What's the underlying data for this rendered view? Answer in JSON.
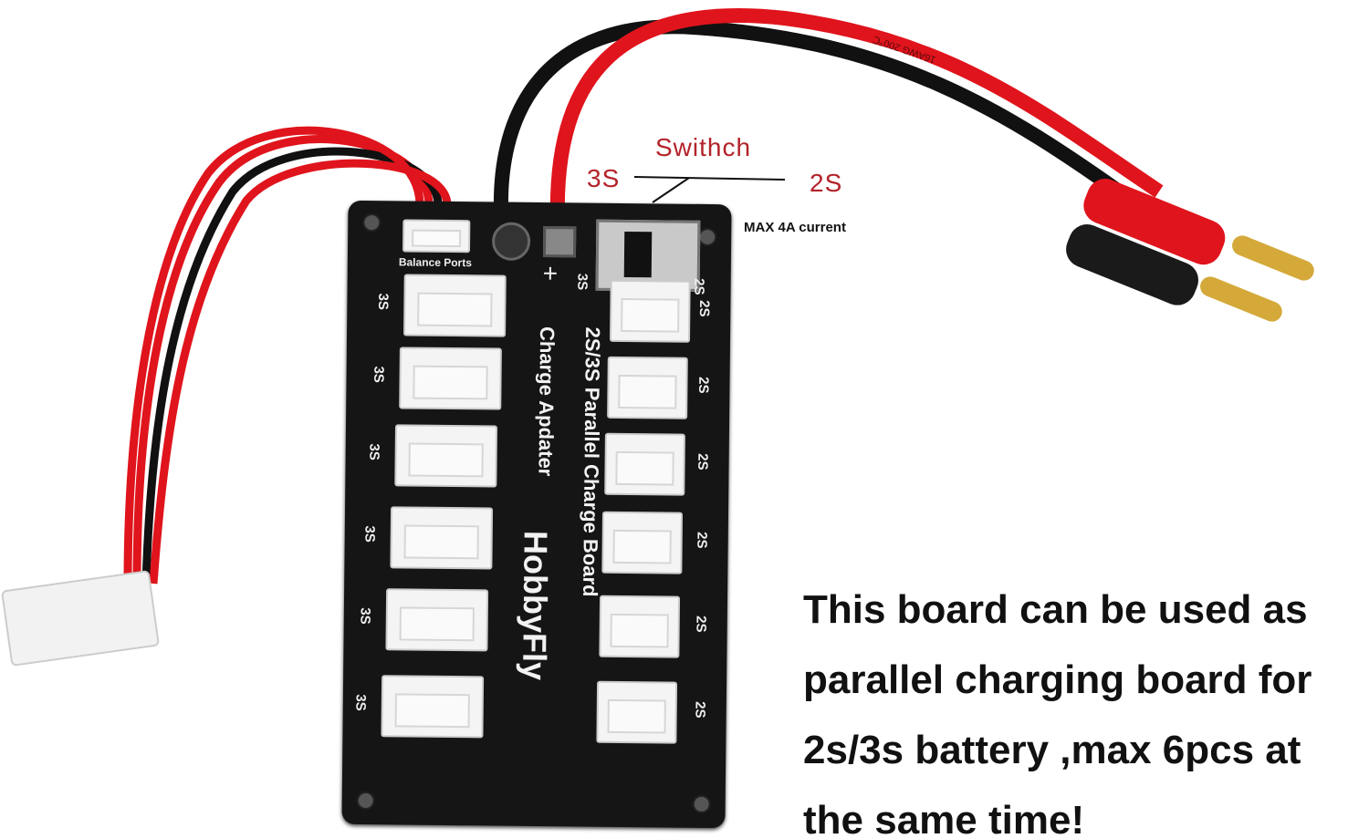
{
  "annotation": {
    "switch_label": "Swithch",
    "left_position": "3S",
    "right_position": "2S",
    "max_current": "MAX 4A current"
  },
  "board": {
    "balance_ports_label": "Balance Ports",
    "plus_sign": "+",
    "title_line1": "2S/3S  Parallel Charge Board",
    "title_line2": "Charge Apdater",
    "brand": "HobbyFly",
    "switch_3s_label": "3S",
    "switch_2s_label": "2S",
    "left_ports": [
      "3S",
      "3S",
      "3S",
      "3S",
      "3S",
      "3S"
    ],
    "right_ports": [
      "2S",
      "2S",
      "2S",
      "2S",
      "2S",
      "2S"
    ]
  },
  "cable": {
    "marking": "16AWG 200℃"
  },
  "description": "This board can be used as parallel charging board for 2s/3s battery ,max 6pcs at the same time!",
  "colors": {
    "annotation_red": "#b3232a",
    "board": "#151515",
    "wire_red": "#e0141c"
  }
}
